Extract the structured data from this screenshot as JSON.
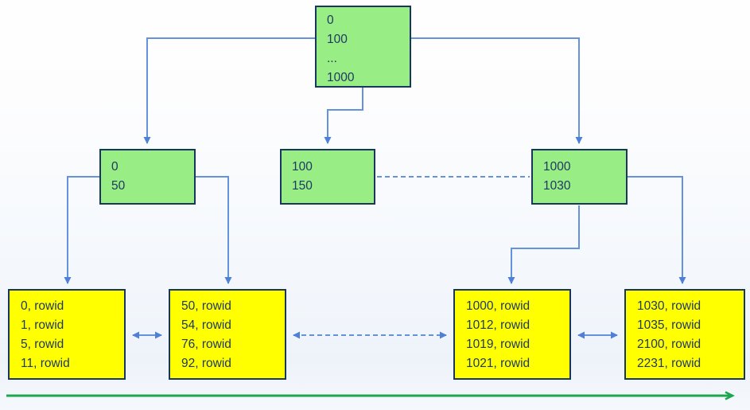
{
  "diagram": {
    "kind": "b-tree-index-structure",
    "root_node": {
      "lines": [
        "0",
        "100",
        "...",
        "1000"
      ]
    },
    "branch_nodes": [
      {
        "name": "branch-0-50",
        "lines": [
          "0",
          "50"
        ]
      },
      {
        "name": "branch-100-150",
        "lines": [
          "100",
          "150"
        ]
      },
      {
        "name": "branch-1000-1030",
        "lines": [
          "1000",
          "1030"
        ]
      }
    ],
    "leaf_nodes": [
      {
        "name": "leaf-block-1",
        "lines": [
          "0, rowid",
          "1, rowid",
          "5, rowid",
          "11, rowid"
        ]
      },
      {
        "name": "leaf-block-2",
        "lines": [
          "50, rowid",
          "54, rowid",
          "76, rowid",
          "92, rowid"
        ]
      },
      {
        "name": "leaf-block-3",
        "lines": [
          "1000, rowid",
          "1012, rowid",
          "1019, rowid",
          "1021, rowid"
        ]
      },
      {
        "name": "leaf-block-4",
        "lines": [
          "1030, rowid",
          "1035, rowid",
          "2100, rowid",
          "2231, rowid"
        ]
      }
    ],
    "colors": {
      "branch_fill": "#98ee84",
      "leaf_fill": "#ffff00",
      "node_border": "#17375e",
      "node_text": "#1f3864",
      "connector_blue": "#6592dc",
      "arrowhead_blue": "#4e80d8",
      "scan_arrow_green": "#1ca64f"
    }
  }
}
